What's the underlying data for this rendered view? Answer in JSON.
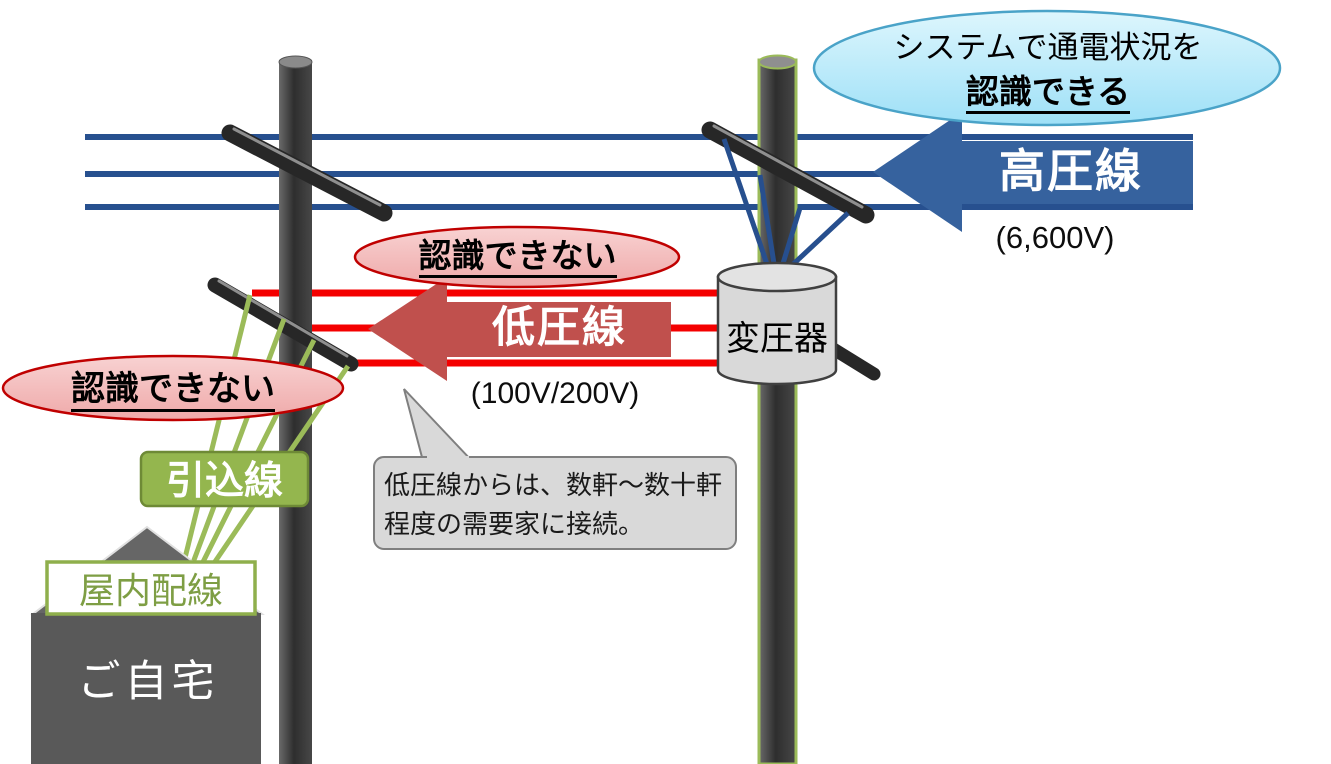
{
  "bubbles": {
    "system": {
      "line1": "システムで通電状況を",
      "line2": "認識できる"
    },
    "cannot_upper": {
      "text": "認識できない"
    },
    "cannot_lower": {
      "text": "認識できない"
    }
  },
  "arrows": {
    "high_voltage": {
      "label": "高圧線",
      "voltage": "(6,600V)"
    },
    "low_voltage": {
      "label": "低圧線",
      "voltage": "(100V/200V)"
    }
  },
  "equipment": {
    "transformer": {
      "label": "変圧器"
    },
    "service_line": {
      "label": "引込線"
    },
    "indoor_wiring": {
      "label": "屋内配線"
    },
    "house": {
      "label": "ご自宅"
    }
  },
  "callout": {
    "text": "低圧線からは、数軒〜数十軒程度の需要家に接続。"
  },
  "colors": {
    "high_voltage_wire": "#27508F",
    "high_voltage_arrow": "#36629E",
    "low_voltage_wire": "#F40000",
    "low_voltage_arrow": "#C0504D",
    "service_line_green": "#9BBB59",
    "pole_gray": "#3D3D3D",
    "system_bubble_fill": "#BDEBFA",
    "cannot_bubble_fill": "#F3B9B9",
    "cannot_bubble_border": "#C00000",
    "callout_fill": "#D9D9D9",
    "house_gray": "#595959"
  }
}
